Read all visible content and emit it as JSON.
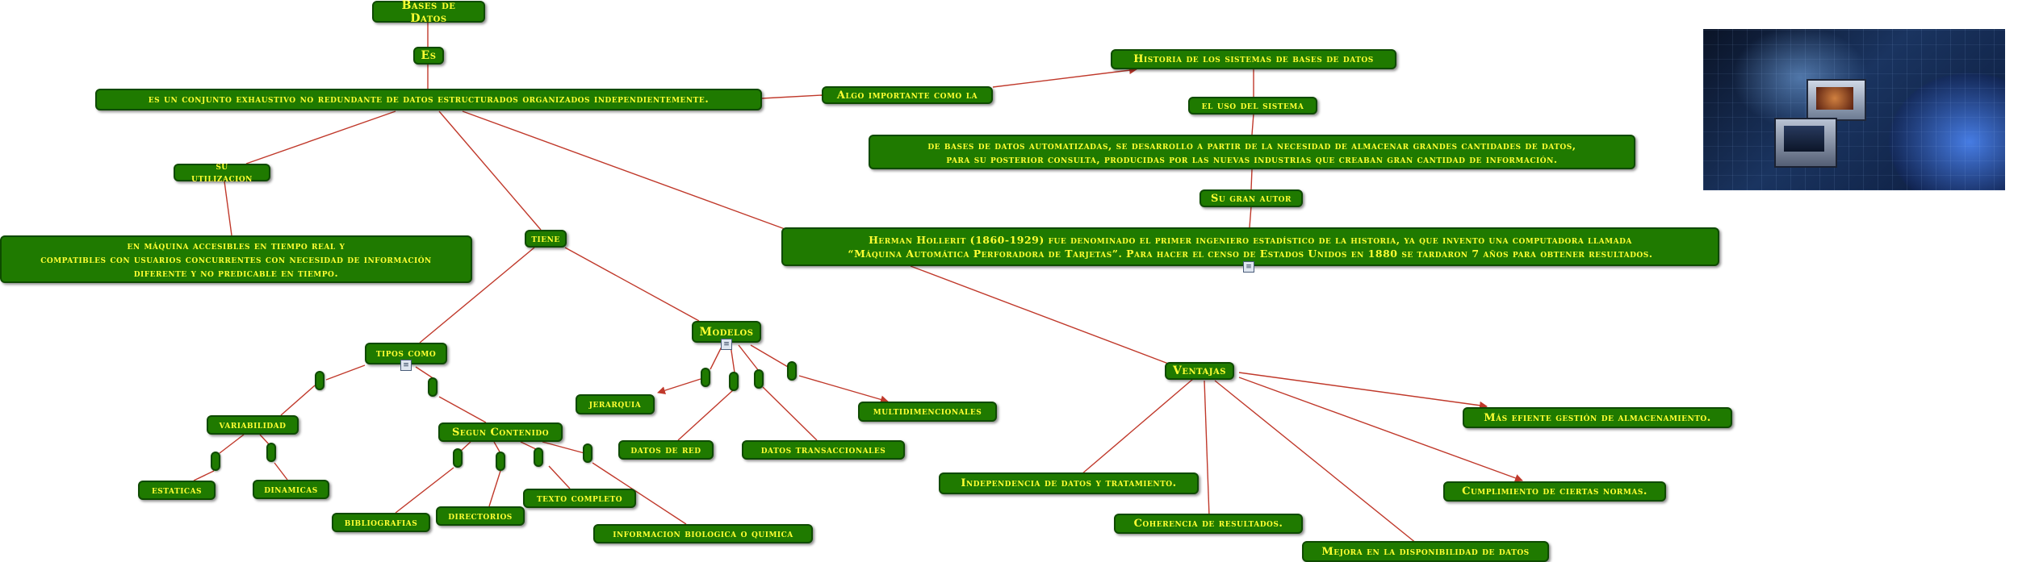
{
  "colors": {
    "node_fill": "#1f7a00",
    "node_border": "#0e4a00",
    "node_text": "#ffff33",
    "connector": "#c0392b"
  },
  "nodes": {
    "bases_de_datos": "Bases de Datos",
    "es": "Es",
    "definicion": "es un conjunto exhaustivo no redundante de datos estructurados organizados independientemente.",
    "algo_importante": "Algo importante como la",
    "historia": "Historia de los sistemas de bases de datos",
    "uso_sistema": "el uso del sistema",
    "bases_automatizadas": "de bases de datos automatizadas, se desarrollo a partir de la necesidad de almacenar grandes cantidades de datos,\npara su posterior consulta, producidas por las nuevas industrias que creaban gran cantidad de información.",
    "gran_autor": "Su gran autor",
    "hollerit": "Herman Hollerit (1860-1929) fue denominado el primer ingeniero estadístico de la historia, ya que invento una computadora llamada\n“Máquina Automática Perforadora de Tarjetas”. Para hacer el censo de Estados Unidos en 1880 se tardaron 7 años para obtener resultados.",
    "su_utilizacion": "su utilizacion",
    "utilizacion_desc": "en máquina accesibles en tiempo real y\ncompatibles con usuarios concurrentes con necesidad de información\ndiferente y no predicable en tiempo.",
    "tiene": "tiene",
    "tipos_como": "tipos como",
    "variabilidad": "variabilidad",
    "estaticas": "estaticas",
    "dinamicas": "dinamicas",
    "segun_contenido": "Segun Contenido",
    "bibliografias": "bibliografias",
    "directorios": "directorios",
    "texto_completo": "texto completo",
    "informacion_biologica": "informacion biologica o quimica",
    "modelos": "Modelos",
    "jerarquia": "jerarquia",
    "datos_de_red": "datos de red",
    "datos_transaccionales": "datos transaccionales",
    "multidimencionales": "multidimencionales",
    "ventajas": "Ventajas",
    "independencia": "Independencia de datos y tratamiento.",
    "coherencia": "Coherencia de resultados.",
    "mejora": "Mejora en la disponibilidad de datos",
    "cumplimiento": "Cumplimiento de ciertas normas.",
    "gestion": "Más efiente gestión de almacenamiento."
  },
  "icons": {
    "attachment": "document-icon",
    "photo": "computer-globe-photo"
  }
}
